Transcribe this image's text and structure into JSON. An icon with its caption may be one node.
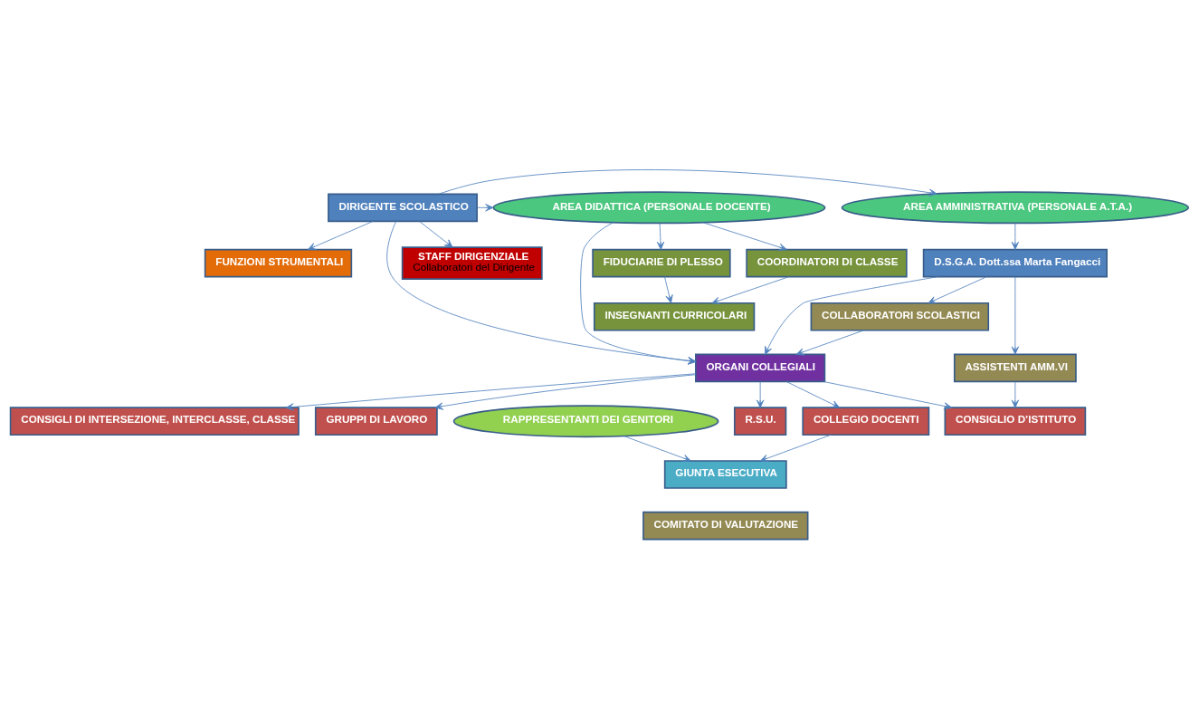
{
  "diagram": {
    "nodes": [
      {
        "text": [
          "DIRIGENTE SCOLASTICO"
        ]
      },
      {
        "text": [
          "AREA AMMINISTRATIVA (PERSONALE A.T.A.)"
        ]
      },
      {
        "text": [
          "AREA DIDATTICA (PERSONALE DOCENTE)"
        ]
      },
      {
        "text": [
          "STAFF DIRIGENZIALE",
          "Collaboratori del Dirigente"
        ]
      },
      {
        "text": [
          "FUNZIONI STRUMENTALI"
        ]
      },
      {
        "text": [
          "D.S.G.A. Dott.ssa Marta Fangacci"
        ]
      },
      {
        "text": [
          "FIDUCIARIE DI PLESSO"
        ]
      },
      {
        "text": [
          "COORDINATORI DI CLASSE"
        ]
      },
      {
        "text": [
          "COLLABORATORI SCOLASTICI"
        ]
      },
      {
        "text": [
          "ORGANI COLLEGIALI"
        ]
      },
      {
        "text": [
          "INSEGNANTI CURRICOLARI"
        ]
      },
      {
        "text": [
          "ASSISTENTI AMM.VI"
        ]
      },
      {
        "text": [
          "CONSIGLIO D’ISTITUTO"
        ]
      },
      {
        "text": [
          "COLLEGIO DOCENTI"
        ]
      },
      {
        "text": [
          "CONSIGLI DI INTERSEZIONE, INTERCLASSE, CLASSE"
        ]
      },
      {
        "text": [
          "RAPPRESENTANTI DEI GENITORI"
        ]
      },
      {
        "text": [
          "GIUNTA ESECUTIVA"
        ]
      },
      {
        "text": [
          "GRUPPI DI LAVORO"
        ]
      },
      {
        "text": [
          "R.S.U."
        ]
      },
      {
        "text": [
          "COMITATO DI VALUTAZIONE"
        ]
      }
    ],
    "edges": [
      {
        "from": 0,
        "to": 1,
        "arrow": "to"
      },
      {
        "from": 0,
        "to": 2,
        "arrow": "to"
      },
      {
        "from": 0,
        "to": 3,
        "arrow": "to"
      },
      {
        "from": 0,
        "to": 4,
        "arrow": "to"
      },
      {
        "from": 0,
        "to": 9,
        "arrow": "to"
      },
      {
        "from": 1,
        "to": 5,
        "arrow": "to"
      },
      {
        "from": 2,
        "to": 6,
        "arrow": "to"
      },
      {
        "from": 2,
        "to": 7,
        "arrow": "to"
      },
      {
        "from": 2,
        "to": 9,
        "arrow": "to"
      },
      {
        "from": 5,
        "to": 11,
        "arrow": "to"
      },
      {
        "from": 5,
        "to": 8,
        "arrow": "to"
      },
      {
        "from": 5,
        "to": 9,
        "arrow": "to"
      },
      {
        "from": 6,
        "to": 10,
        "arrow": "to"
      },
      {
        "from": 7,
        "to": 10,
        "arrow": "to"
      },
      {
        "from": 8,
        "to": 9,
        "arrow": "to"
      },
      {
        "from": 9,
        "to": 12,
        "arrow": "to"
      },
      {
        "from": 9,
        "to": 13,
        "arrow": "to"
      },
      {
        "from": 9,
        "to": 14,
        "arrow": "to"
      },
      {
        "from": 9,
        "to": 17,
        "arrow": "to"
      },
      {
        "from": 9,
        "to": 18,
        "arrow": "to"
      },
      {
        "from": 11,
        "to": 12,
        "arrow": "to"
      },
      {
        "from": 13,
        "to": 16,
        "arrow": "to"
      },
      {
        "from": 15,
        "to": 16,
        "arrow": "to"
      }
    ]
  }
}
